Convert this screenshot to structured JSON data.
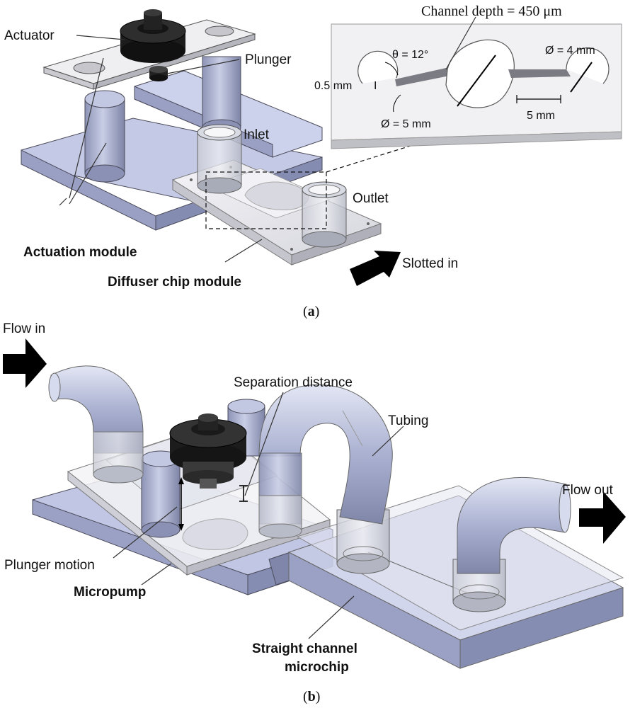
{
  "panel_a": {
    "caption_open": "(",
    "caption_letter": "a",
    "caption_close": ")",
    "labels": {
      "actuator": "Actuator",
      "plunger": "Plunger",
      "inlet": "Inlet",
      "outlet": "Outlet",
      "actuation_module": "Actuation module",
      "diffuser_chip_module": "Diffuser chip module",
      "slotted_in": "Slotted in"
    },
    "inset": {
      "channel_depth": "Channel depth = 450 μm",
      "theta": "θ = 12°",
      "neck_width": "0.5 mm",
      "dia_large": "Ø = 5 mm",
      "dia_small": "Ø = 4 mm",
      "spacing": "5 mm",
      "bar_symbol": "I"
    }
  },
  "panel_b": {
    "caption_open": "(",
    "caption_letter": "b",
    "caption_close": ")",
    "labels": {
      "flow_in": "Flow in",
      "flow_out": "Flow out",
      "separation_distance": "Separation distance",
      "tubing": "Tubing",
      "plunger_motion": "Plunger motion",
      "micropump": "Micropump",
      "straight_channel_line1": "Straight channel",
      "straight_channel_line2": "microchip"
    }
  },
  "colors": {
    "base_blue": "#b8bfdf",
    "tube_blue": "#a9b0d0",
    "plate_grey": "#e9e9ee",
    "actuator_black": "#1b1b1b",
    "arrow_black": "#000000"
  }
}
